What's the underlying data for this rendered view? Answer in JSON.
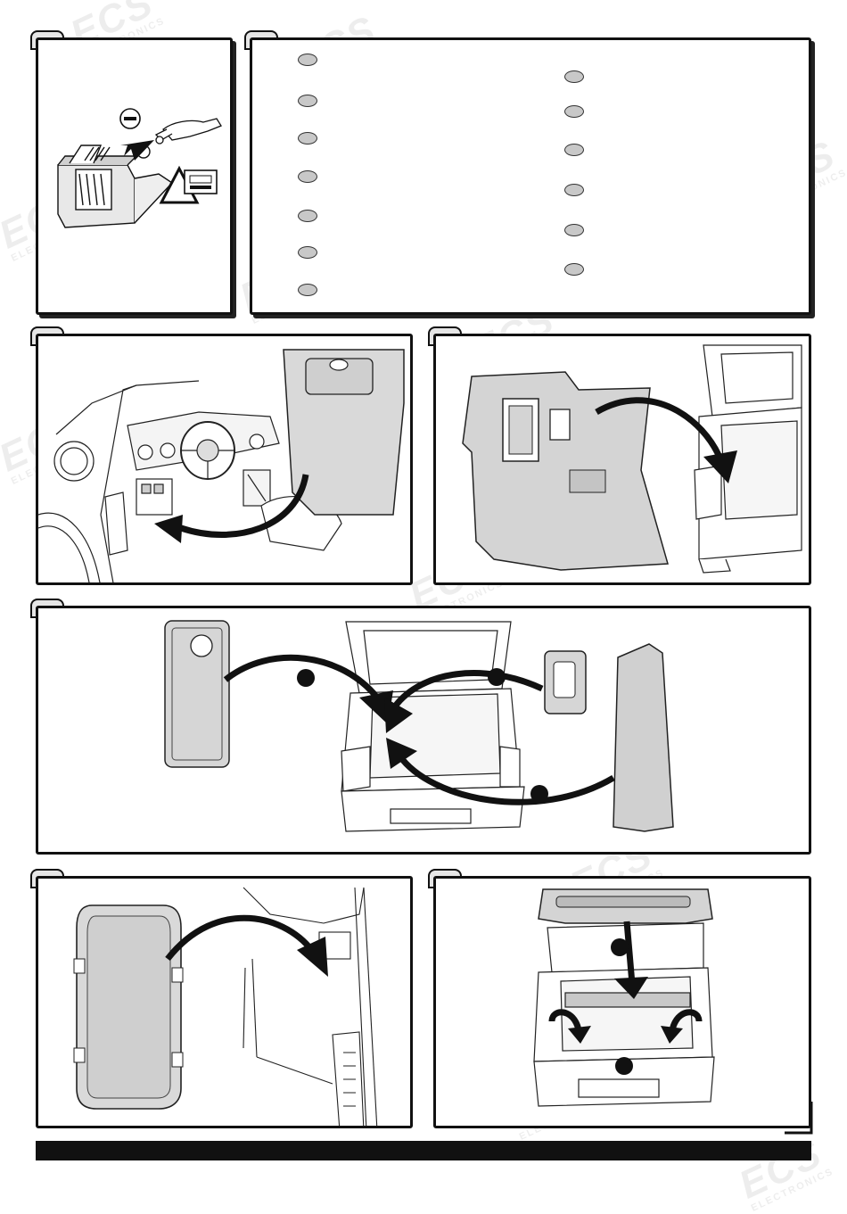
{
  "watermark": {
    "brand": "ECS",
    "sub": "ELECTRONICS"
  },
  "panel1": {
    "warning_symbol": "minus-sign"
  },
  "panel2": {
    "left_bubbles": 7,
    "right_bubbles": 6
  }
}
